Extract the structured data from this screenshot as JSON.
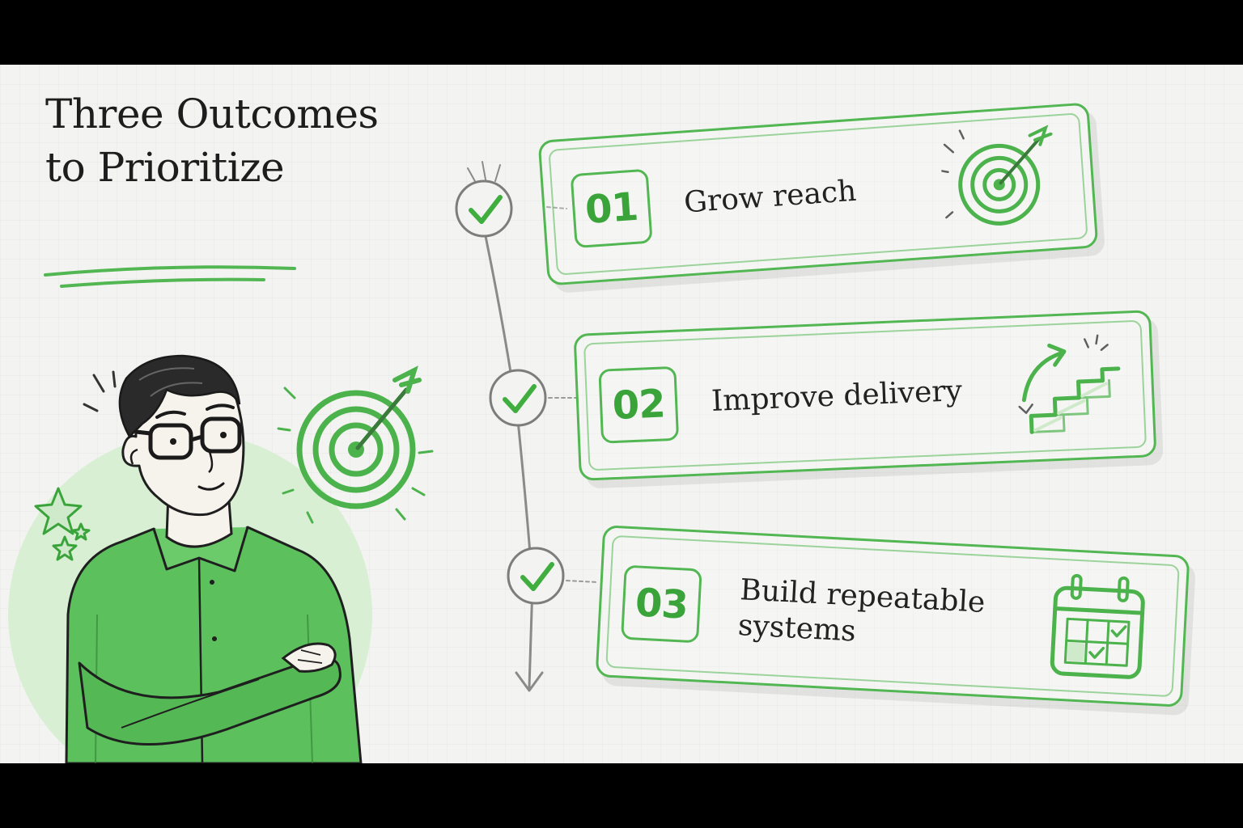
{
  "title": {
    "line1": "Three Outcomes",
    "line2": "to Prioritize"
  },
  "steps": [
    {
      "number": "01",
      "label": "Grow reach",
      "icon": "target-arrow-icon"
    },
    {
      "number": "02",
      "label": "Improve delivery",
      "icon": "stairs-arrow-icon"
    },
    {
      "number": "03",
      "label": "Build repeatable systems",
      "icon": "calendar-check-icon"
    }
  ],
  "colors": {
    "accent": "#52b752",
    "accent_dark": "#3aa43a",
    "accent_light": "#cfe9cb",
    "ink": "#1d1d1d",
    "line_gray": "#8a8a8a",
    "background": "#f3f4f2"
  }
}
